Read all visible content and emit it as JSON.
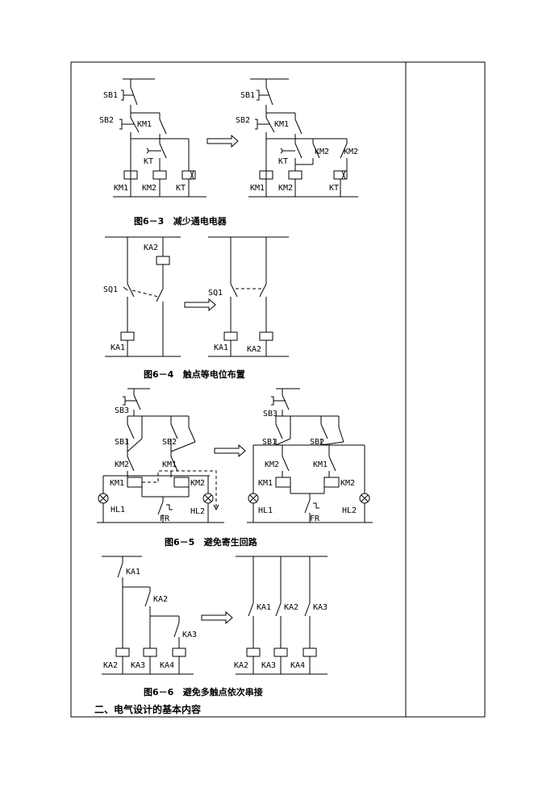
{
  "figure_6_3": {
    "caption": "图6－3   减少通电电器",
    "labels": {
      "sb1": "SB1",
      "sb2": "SB2",
      "km1": "KM1",
      "km2": "KM2",
      "kt": "KT"
    }
  },
  "figure_6_4": {
    "caption": "图6－4   触点等电位布置",
    "labels": {
      "ka2": "KA2",
      "sq1": "SQ1",
      "ka1": "KA1"
    }
  },
  "figure_6_5": {
    "caption": "图6－5   避免寄生回路",
    "labels": {
      "sb3": "SB3",
      "sb1": "SB1",
      "sb2": "SB2",
      "km1": "KM1",
      "km2": "KM2",
      "hl1": "HL1",
      "hl2": "HL2",
      "fr": "FR"
    }
  },
  "figure_6_6": {
    "caption": "图6－6   避免多触点依次串接",
    "labels": {
      "ka1": "KA1",
      "ka2": "KA2",
      "ka3": "KA3",
      "ka4": "KA4"
    }
  },
  "section_heading": "二、电气设计的基本内容"
}
